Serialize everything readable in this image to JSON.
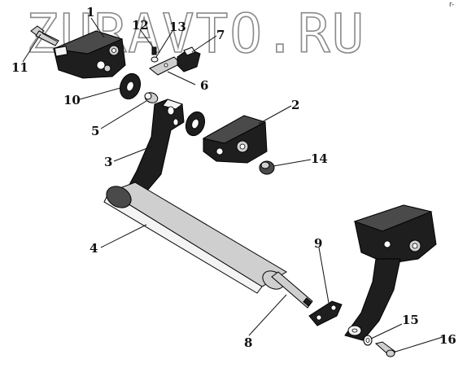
{
  "watermark": "ZURAVTO.RU",
  "corner_mark": "r-",
  "callouts": [
    {
      "id": "c1",
      "label": "1"
    },
    {
      "id": "c2",
      "label": "2"
    },
    {
      "id": "c3",
      "label": "3"
    },
    {
      "id": "c4",
      "label": "4"
    },
    {
      "id": "c5",
      "label": "5"
    },
    {
      "id": "c6",
      "label": "6"
    },
    {
      "id": "c7",
      "label": "7"
    },
    {
      "id": "c8",
      "label": "8"
    },
    {
      "id": "c9",
      "label": "9"
    },
    {
      "id": "c10",
      "label": "10"
    },
    {
      "id": "c11",
      "label": "11"
    },
    {
      "id": "c12",
      "label": "12"
    },
    {
      "id": "c13",
      "label": "13"
    },
    {
      "id": "c14",
      "label": "14"
    },
    {
      "id": "c15",
      "label": "15"
    },
    {
      "id": "c16",
      "label": "16"
    }
  ]
}
